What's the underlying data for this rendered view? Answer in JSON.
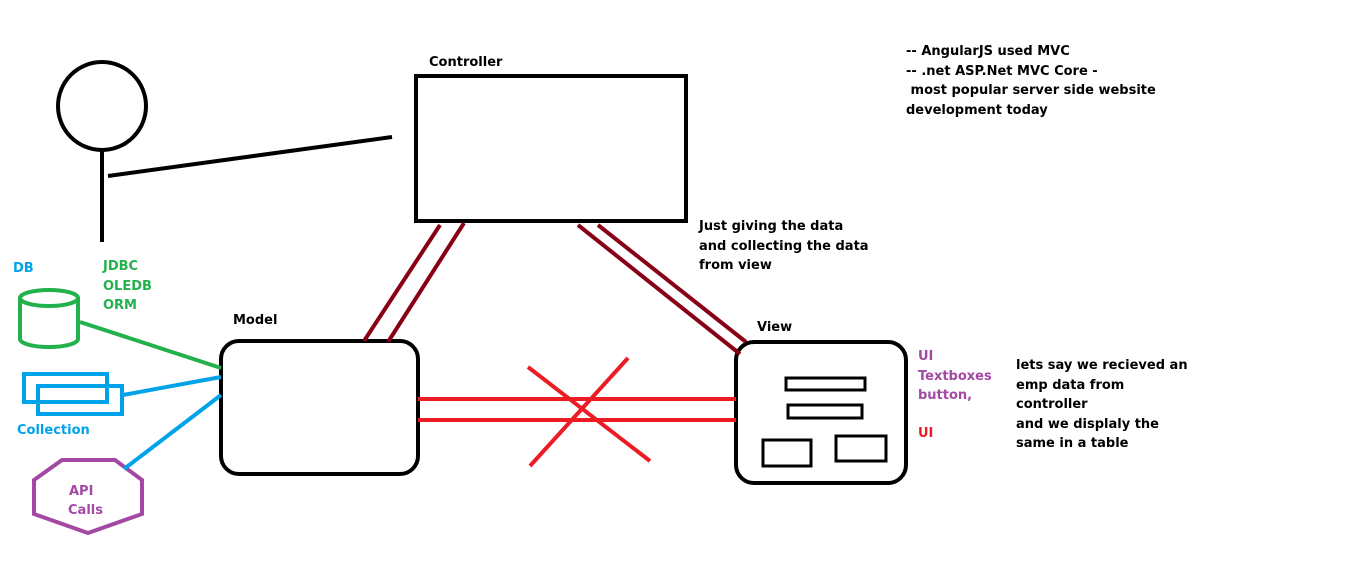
{
  "labels": {
    "controller": "Controller",
    "model": "Model",
    "view": "View",
    "db": "DB",
    "collection": "Collection",
    "api_line1": "API",
    "api_line2": "Calls",
    "jdbc": "JDBC\nOLEDB\nORM",
    "ui_right": "UI\nTextboxes\nbutton,",
    "ui_bottom": "UI"
  },
  "notes": {
    "top_right": "-- AngularJS used MVC\n-- .net ASP.Net MVC Core -\n most popular server side website\ndevelopment today",
    "controller_role": "Just giving the data\nand collecting the data\nfrom view",
    "view_role": "lets say we recieved an\nemp data from\ncontroller\nand we displaly the\nsame in a table"
  },
  "colors": {
    "ink": "#000000",
    "db_connector": "#22b14c",
    "collection": "#00a2e8",
    "api": "#a349a4",
    "mvc_links": "#880015",
    "blocked_link": "#ed1c24",
    "ui_label": "#a349a4",
    "ui_bottom_label": "#ed1c24"
  }
}
